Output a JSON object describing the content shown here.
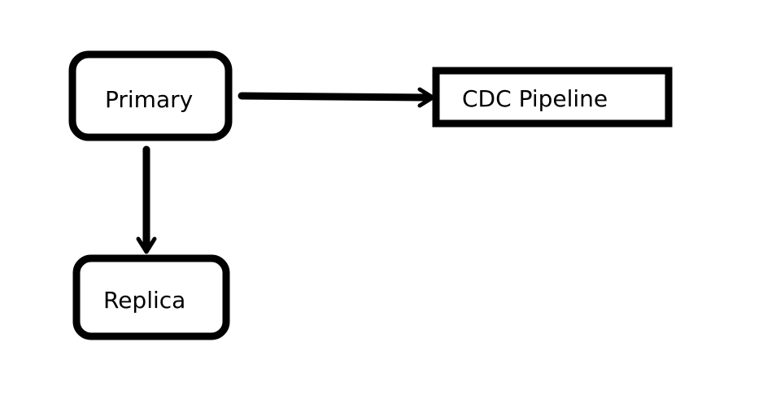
{
  "diagram": {
    "nodes": {
      "primary": {
        "label": "Primary"
      },
      "cdc": {
        "label": "CDC Pipeline"
      },
      "replica": {
        "label": "Replica"
      }
    },
    "edges": [
      {
        "from": "Primary",
        "to": "CDC Pipeline"
      },
      {
        "from": "Primary",
        "to": "Replica"
      }
    ],
    "colors": {
      "stroke": "#000000",
      "background": "#ffffff"
    }
  }
}
